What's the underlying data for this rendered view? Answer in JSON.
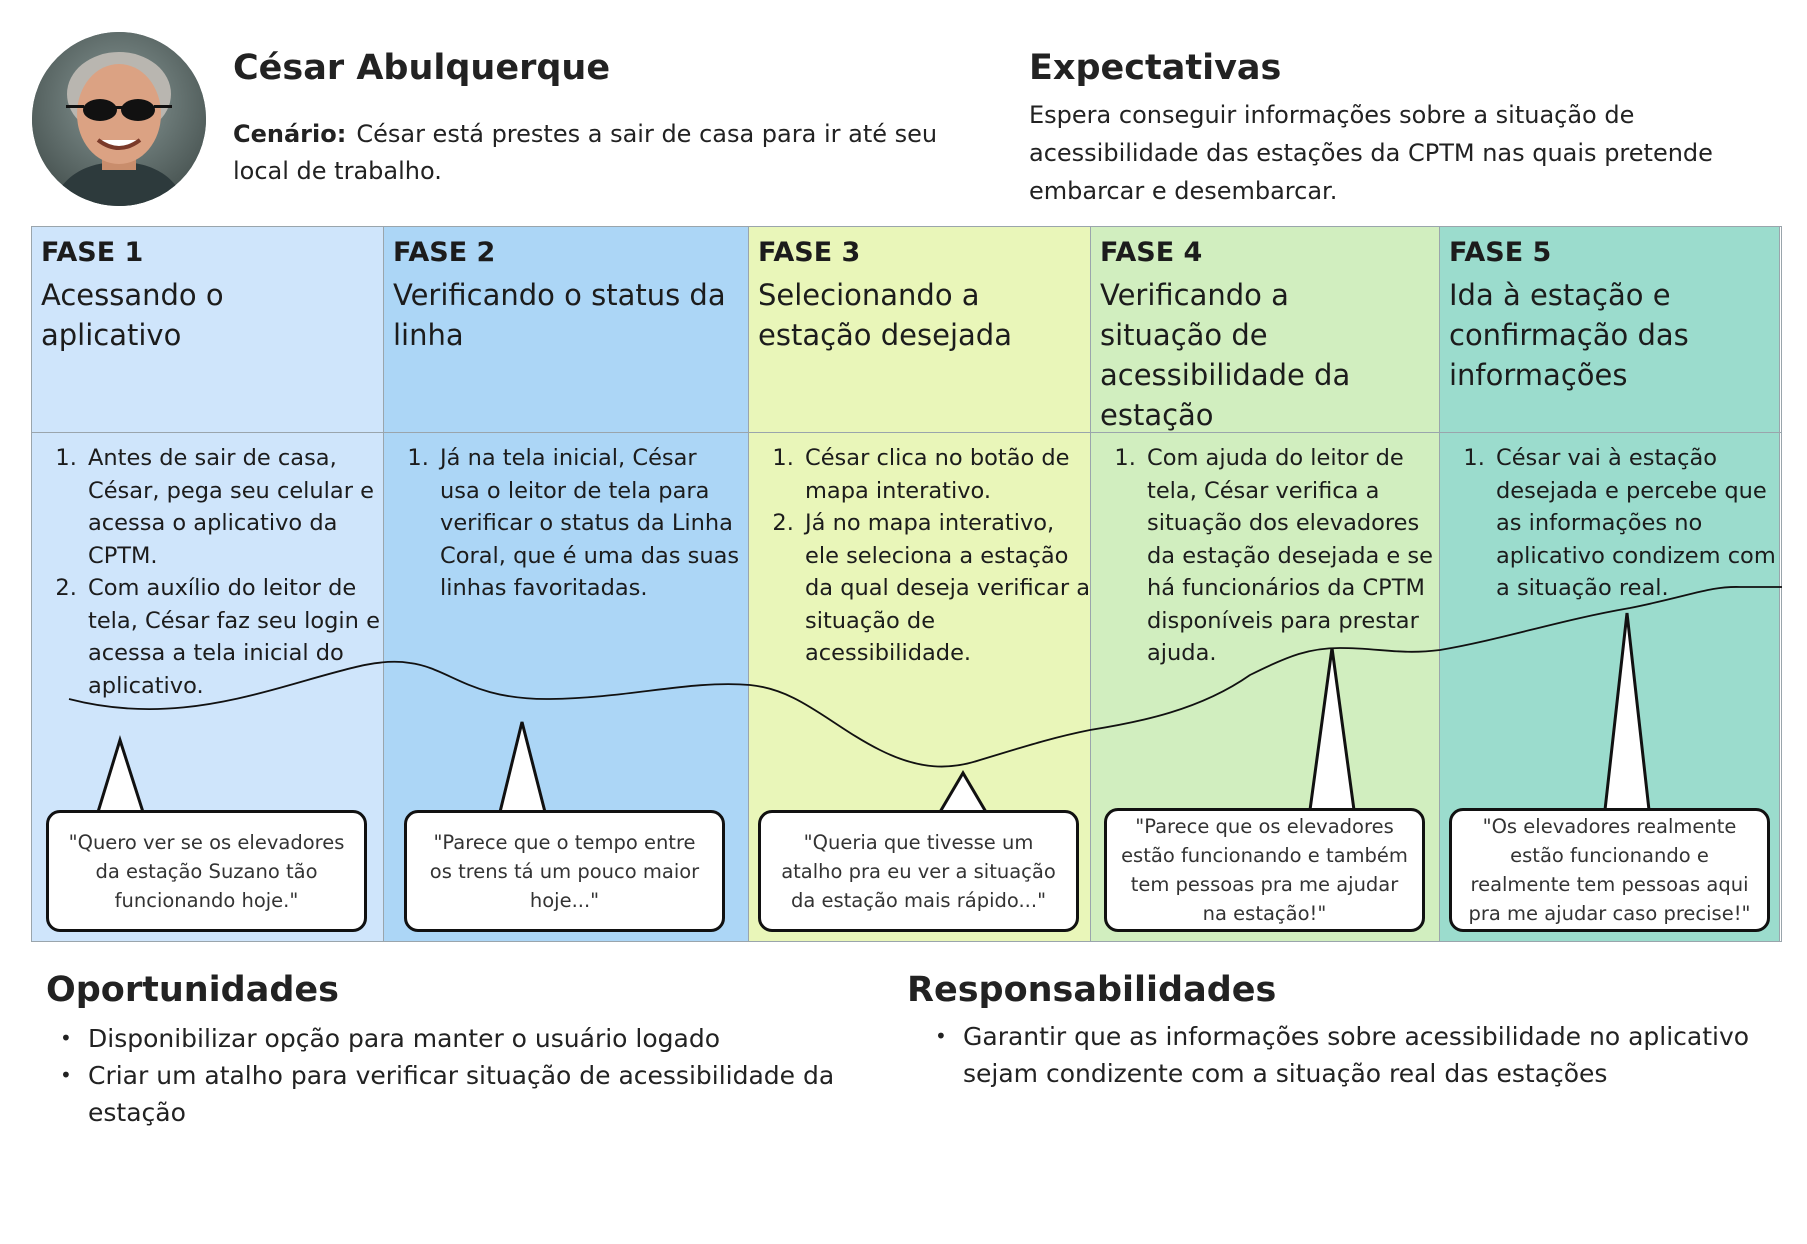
{
  "persona": {
    "name": "César Abulquerque",
    "scenario_label": "Cenário:",
    "scenario_text": "César está prestes a sair de casa para ir até seu local de trabalho."
  },
  "expectations": {
    "title": "Expectativas",
    "text": "Espera conseguir informações sobre a situação de acessibilidade das estações da CPTM nas quais pretende embarcar e desembarcar."
  },
  "colors": {
    "phase1": "#cfe5fb",
    "phase2": "#acd6f6",
    "phase3": "#e9f6b9",
    "phase4": "#d1eebf",
    "phase5": "#9bdccd",
    "border": "#9aa5ac"
  },
  "phases": [
    {
      "label": "FASE 1",
      "title": "Acessando o aplicativo",
      "steps": [
        "Antes de sair de casa, César, pega seu celular e acessa o aplicativo da CPTM.",
        "Com auxílio do leitor de tela, César faz seu login e acessa a tela inicial do aplicativo."
      ],
      "quote": "\"Quero ver se os elevadores da estação Suzano tão funcionando hoje.\""
    },
    {
      "label": "FASE 2",
      "title": "Verificando o status da linha",
      "steps": [
        "Já na tela inicial, César usa o leitor de tela para verificar o status da Linha Coral, que é uma das suas linhas favoritadas."
      ],
      "quote": "\"Parece que o tempo entre os trens tá um pouco maior hoje...\""
    },
    {
      "label": "FASE 3",
      "title": "Selecionando a estação desejada",
      "steps": [
        "César clica no botão de mapa interativo.",
        "Já no mapa interativo, ele seleciona a estação da qual deseja verificar a situação de acessibilidade."
      ],
      "quote": "\"Queria que tivesse um atalho pra eu ver a situação da estação mais rápido...\""
    },
    {
      "label": "FASE 4",
      "title": "Verificando a situação de acessibilidade da estação",
      "steps": [
        "Com ajuda do leitor de tela, César verifica a situação dos elevadores da estação desejada e se há funcionários da CPTM disponíveis para prestar ajuda."
      ],
      "quote": "\"Parece que os elevadores estão funcionando e também tem pessoas pra me ajudar na estação!\""
    },
    {
      "label": "FASE 5",
      "title": "Ida à estação e confirmação das informações",
      "steps": [
        "César vai à estação desejada e percebe que as informações no aplicativo condizem com a situação real."
      ],
      "quote": "\"Os elevadores realmente estão funcionando e realmente tem pessoas aqui pra me ajudar caso precise!\""
    }
  ],
  "opportunities": {
    "title": "Oportunidades",
    "items": [
      "Disponibilizar opção para manter o usuário logado",
      "Criar um atalho para verificar situação de acessibilidade da estação"
    ]
  },
  "responsibilities": {
    "title": "Responsabilidades",
    "items": [
      "Garantir que as informações sobre acessibilidade no aplicativo sejam condizente com a situação real das estações"
    ]
  }
}
